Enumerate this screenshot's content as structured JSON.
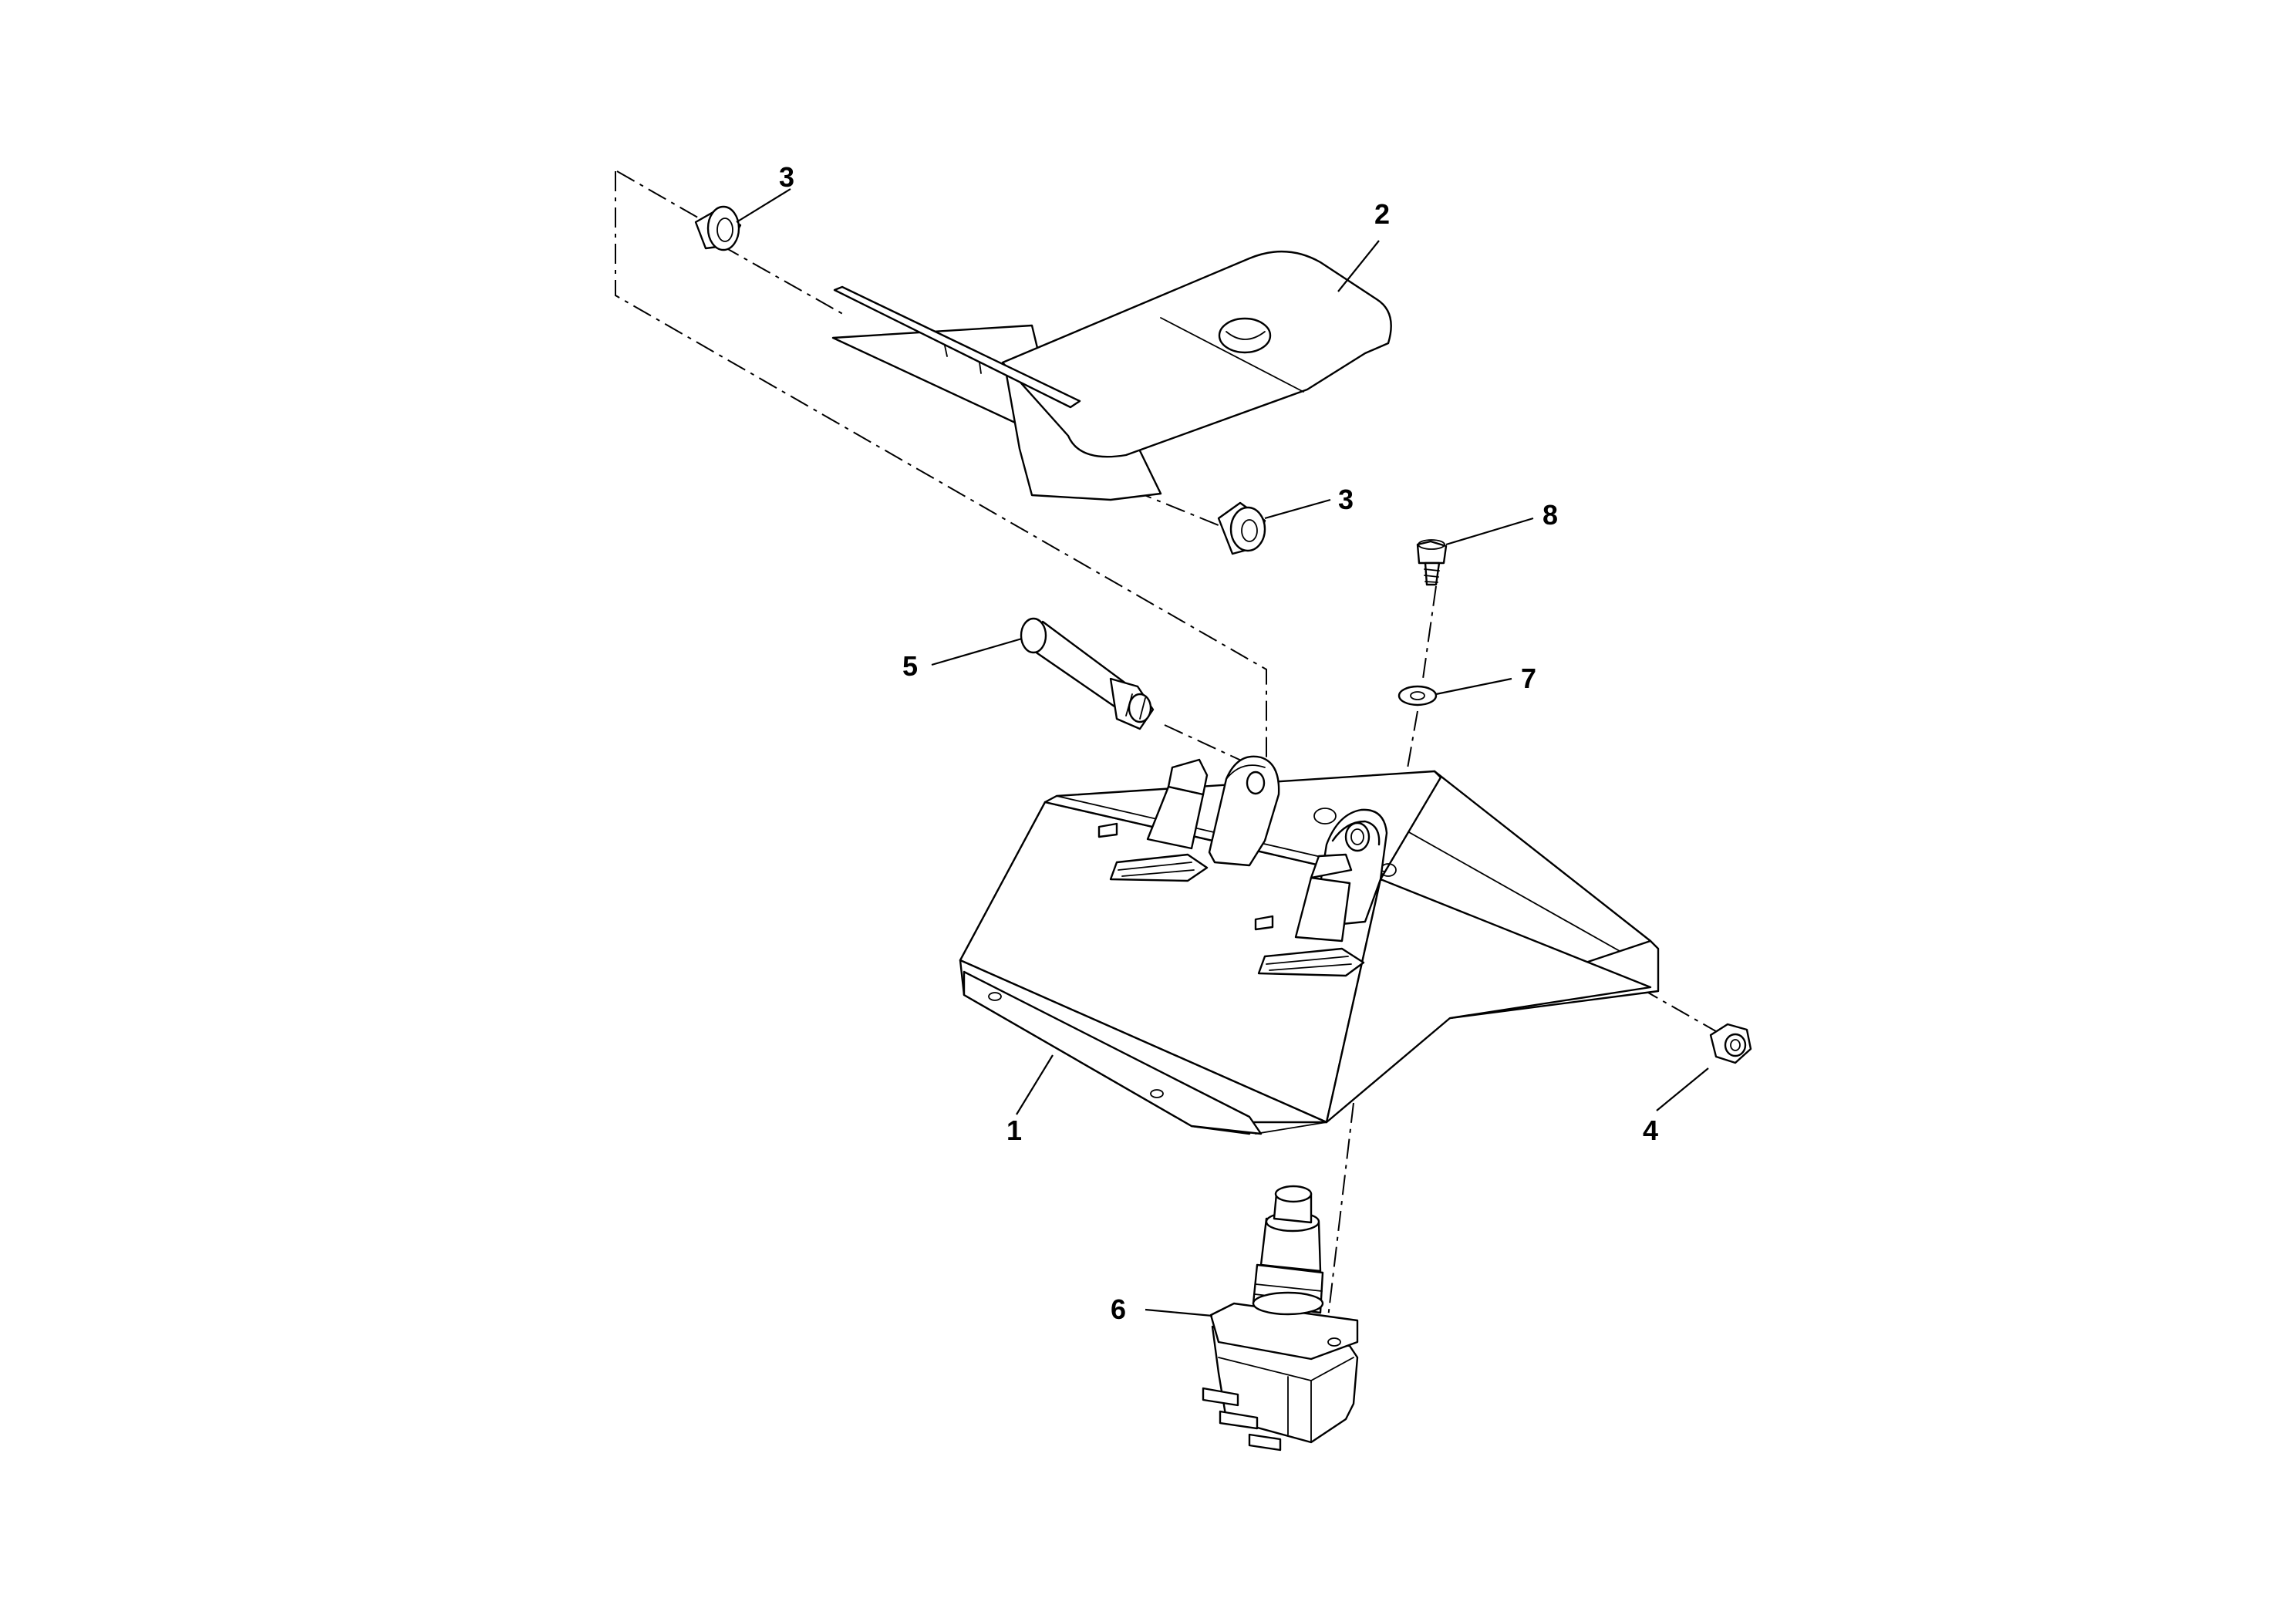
{
  "diagram": {
    "type": "exploded-parts-view",
    "callouts": [
      {
        "id": "c1",
        "label": "1",
        "part": "pedal-housing"
      },
      {
        "id": "c2",
        "label": "2",
        "part": "pedal-plate"
      },
      {
        "id": "c3a",
        "label": "3",
        "part": "bushing-left"
      },
      {
        "id": "c3b",
        "label": "3",
        "part": "bushing-right"
      },
      {
        "id": "c4",
        "label": "4",
        "part": "lock-nut"
      },
      {
        "id": "c5",
        "label": "5",
        "part": "pivot-pin"
      },
      {
        "id": "c6",
        "label": "6",
        "part": "switch"
      },
      {
        "id": "c7",
        "label": "7",
        "part": "washer"
      },
      {
        "id": "c8",
        "label": "8",
        "part": "screw"
      }
    ]
  }
}
